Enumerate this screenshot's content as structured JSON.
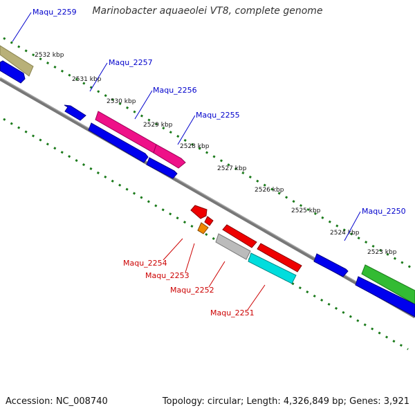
{
  "title": "Marinobacter aquaeolei VT8, complete genome",
  "footer": {
    "accession": "Accession: NC_008740",
    "topology": "Topology: circular; Length: 4,326,849 bp; Genes: 3,921"
  },
  "kbp_labels": [
    "2532 kbp",
    "2531 kbp",
    "2530 kbp",
    "2529 kbp",
    "2528 kbp",
    "2527 kbp",
    "2526 kbp",
    "2525 kbp",
    "2524 kbp",
    "2523 kbp"
  ],
  "gene_labels": {
    "maqu_2259": "Maqu_2259",
    "maqu_2257": "Maqu_2257",
    "maqu_2256": "Maqu_2256",
    "maqu_2255": "Maqu_2255",
    "maqu_2250": "Maqu_2250",
    "maqu_2254": "Maqu_2254",
    "maqu_2253": "Maqu_2253",
    "maqu_2252": "Maqu_2252",
    "maqu_2251": "Maqu_2251"
  },
  "colors": {
    "forward_label": "#0000cc",
    "reverse_label": "#cc0000",
    "backbone": "#777777",
    "ticks": "#1a7a1a",
    "blue": "#0000ee",
    "magenta": "#ee1188",
    "red": "#ee0000",
    "cyan": "#00dddd",
    "gray": "#bbbbbb",
    "orange": "#ee8800",
    "green": "#33bb33",
    "olive": "#b8b078"
  }
}
